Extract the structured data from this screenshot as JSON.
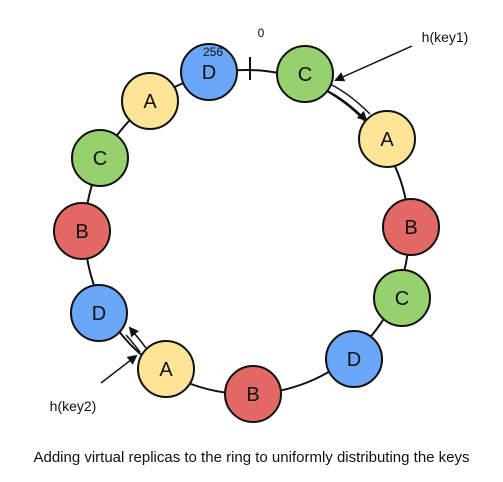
{
  "diagram": {
    "ring_marker_zero": "0",
    "ring_marker_max": "256",
    "nodes": [
      {
        "label": "D",
        "color": "#6aa7f8"
      },
      {
        "label": "C",
        "color": "#97d06f"
      },
      {
        "label": "A",
        "color": "#fde497"
      },
      {
        "label": "B",
        "color": "#e36a64"
      },
      {
        "label": "C",
        "color": "#97d06f"
      },
      {
        "label": "D",
        "color": "#6aa7f8"
      },
      {
        "label": "B",
        "color": "#e36a64"
      },
      {
        "label": "A",
        "color": "#fde497"
      },
      {
        "label": "D",
        "color": "#6aa7f8"
      },
      {
        "label": "B",
        "color": "#e36a64"
      },
      {
        "label": "C",
        "color": "#97d06f"
      },
      {
        "label": "A",
        "color": "#fde497"
      }
    ],
    "keys": [
      {
        "label": "h(key1)"
      },
      {
        "label": "h(key2)"
      }
    ]
  },
  "caption": "Adding virtual replicas to the ring to uniformly distributing the keys"
}
